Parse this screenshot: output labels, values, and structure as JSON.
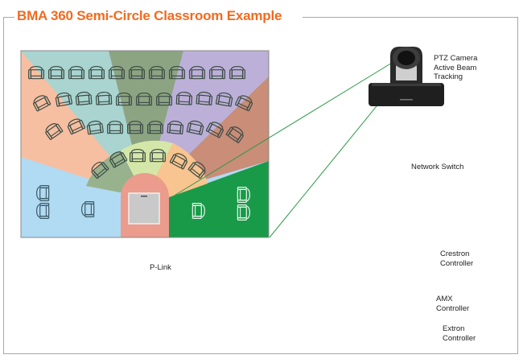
{
  "title": "BMA 360 Semi-Circle Classroom Example",
  "colors": {
    "title": "#f26a1f",
    "connector": "#f4894b",
    "beam": "#2e9a48",
    "zone_teal": "#a9d4d0",
    "zone_olive": "#8ca482",
    "zone_lavender": "#bcb0d8",
    "zone_brick": "#c98d78",
    "zone_peach": "#f6bfa1",
    "zone_sky": "#b1daf3",
    "zone_green": "#199a48",
    "zone_lime": "#d5e7a8",
    "zone_orange": "#f8c48f",
    "zone_sage": "#97b28d",
    "zone_salmon": "#eb9c8c"
  },
  "devices": {
    "camera": {
      "icon": "ptz-camera-icon",
      "lines": [
        "PTZ Camera",
        "Active Beam",
        "Tracking"
      ]
    },
    "switch": {
      "icon": "network-switch-icon",
      "label": "Network Switch"
    },
    "processor": {
      "icon": "rack-processor-icon"
    },
    "microphone": {
      "icon": "ceiling-microphone-icon"
    },
    "crestron": {
      "icon": "crestron-controller-icon",
      "lines": [
        "Crestron",
        "Controller"
      ]
    },
    "amx": {
      "icon": "amx-controller-icon",
      "lines": [
        "AMX",
        "Controller"
      ]
    },
    "extron": {
      "icon": "extron-controller-icon",
      "lines": [
        "Extron",
        "Controller"
      ]
    }
  },
  "connections": {
    "plink_label": "P-Link"
  }
}
